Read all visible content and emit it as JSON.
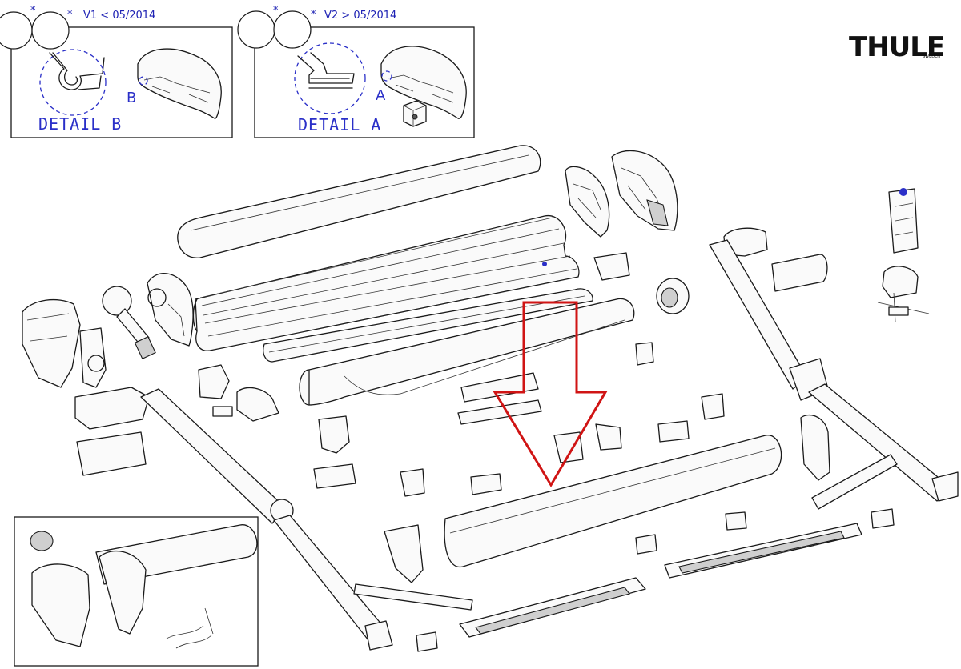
{
  "logo": {
    "text": "THULE",
    "subtext": "SWEDEN"
  },
  "detail_panels": [
    {
      "version_label": "V1 < 05/2014",
      "star_left": "*",
      "star_right": "*",
      "detail_title": "DETAIL B",
      "callout_letter": "B"
    },
    {
      "version_label": "V2 > 05/2014",
      "star_left": "*",
      "star_right": "*",
      "detail_title": "DETAIL A",
      "callout_letter": "A"
    }
  ],
  "arrow": {
    "color": "#d01414",
    "direction": "down"
  },
  "colors": {
    "line": "#1a1a1a",
    "annotation": "#2a2fc8"
  }
}
